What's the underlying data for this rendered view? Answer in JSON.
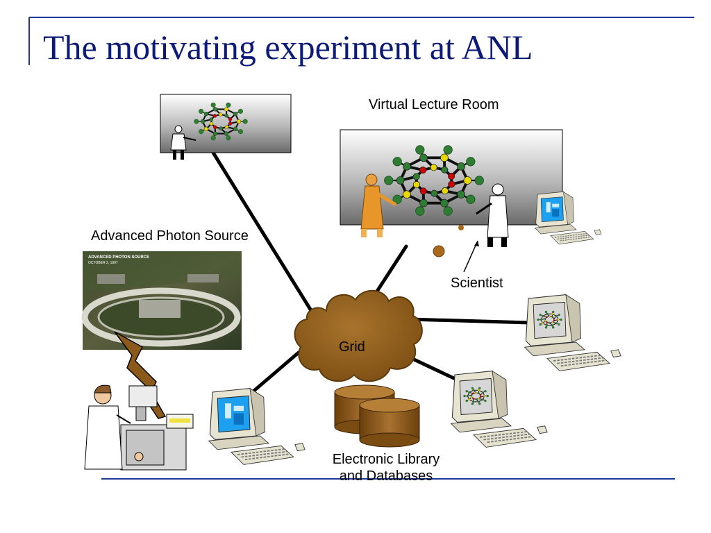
{
  "slide": {
    "title": "The motivating experiment at ANL",
    "accent_color": "#1a3a9c"
  },
  "labels": {
    "virtual_lecture_room": "Virtual Lecture Room",
    "advanced_photon_source": "Advanced Photon Source",
    "scientist": "Scientist",
    "grid": "Grid",
    "electronic_library_line1": "Electronic Library",
    "electronic_library_line2": "and Databases"
  },
  "photo": {
    "heading_line1": "ADVANCED PHOTON SOURCE",
    "heading_line2": "OCTOBER 2, 1997"
  },
  "colors": {
    "cloud": "#8b5a1a",
    "database": "#8b5a1a",
    "molecule_bond": "#111111",
    "atom_green": "#2e7d32",
    "atom_yellow": "#e6d800",
    "atom_red": "#d00000",
    "monitor_screen": "#1ea0f0"
  }
}
